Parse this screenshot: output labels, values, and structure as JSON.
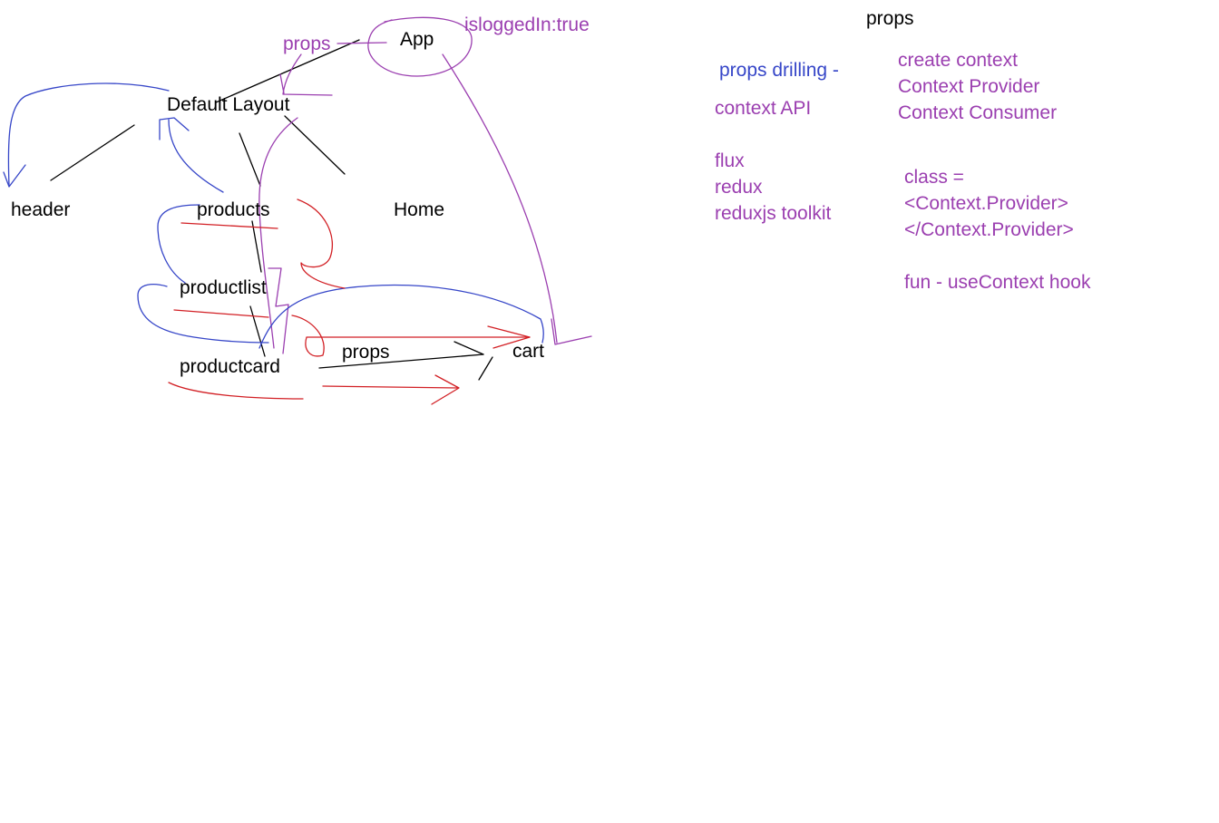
{
  "colors": {
    "text": "#000000",
    "purple": "#9b3fb0",
    "blue": "#3646c8",
    "red": "#d21f24"
  },
  "tree": {
    "app": "App",
    "default_layout": "Default Layout",
    "header": "header",
    "products": "products",
    "home": "Home",
    "productlist": "productlist",
    "productcard": "productcard",
    "cart": "cart",
    "props_bottom": "props"
  },
  "annotations": {
    "props_top": "props",
    "is_logged_in": "isloggedIn:true"
  },
  "notes": {
    "props_heading": "props",
    "props_drilling": "props drilling -",
    "context_api": "context API",
    "flux": "flux",
    "redux": "redux",
    "reduxjs_toolkit": "reduxjs toolkit",
    "create_context": "create context",
    "context_provider": "Context Provider",
    "context_consumer": "Context Consumer",
    "class_eq": "class =",
    "provider_open": "<Context.Provider>",
    "provider_close": "</Context.Provider>",
    "fun_hook": "fun - useContext hook"
  }
}
